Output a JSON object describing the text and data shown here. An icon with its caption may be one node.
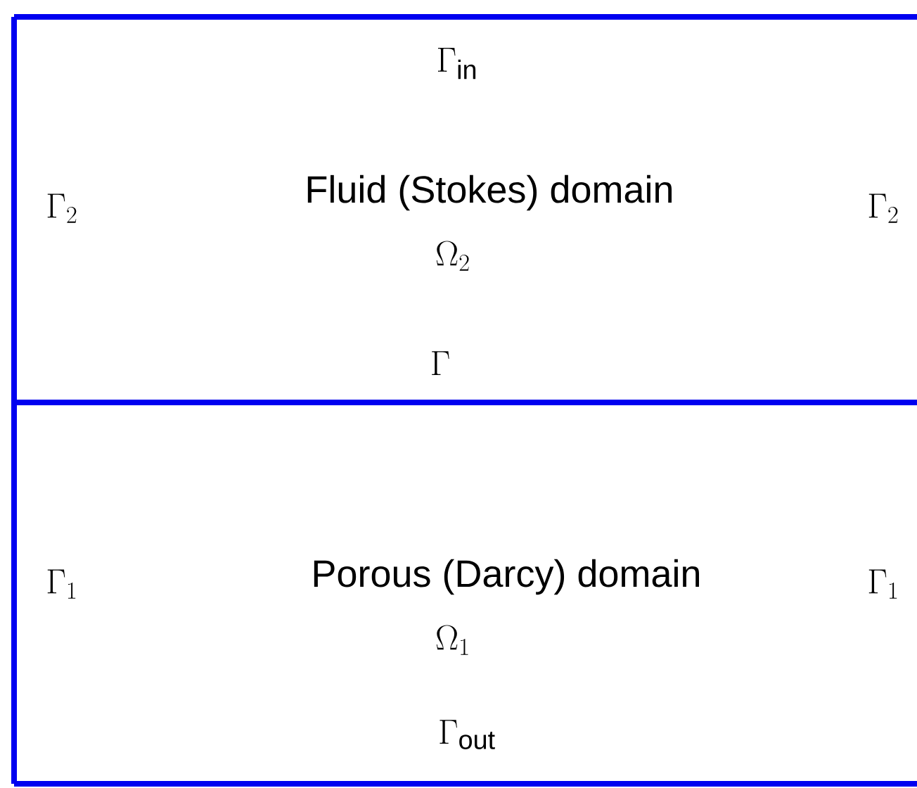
{
  "diagram": {
    "nodes": [
      {
        "text": [
          "Fluid (Stokes) domain",
          "\\Omega_2"
        ]
      },
      {
        "text": [
          "Porous (Darcy) domain",
          "\\Omega_1"
        ]
      }
    ],
    "labels": [
      "\\Gamma_{\\mathrm{in}}",
      "\\Gamma_2",
      "\\Gamma_2",
      "\\Gamma",
      "\\Gamma_1",
      "\\Gamma_1",
      "\\Gamma_{\\mathrm{out}}"
    ]
  }
}
